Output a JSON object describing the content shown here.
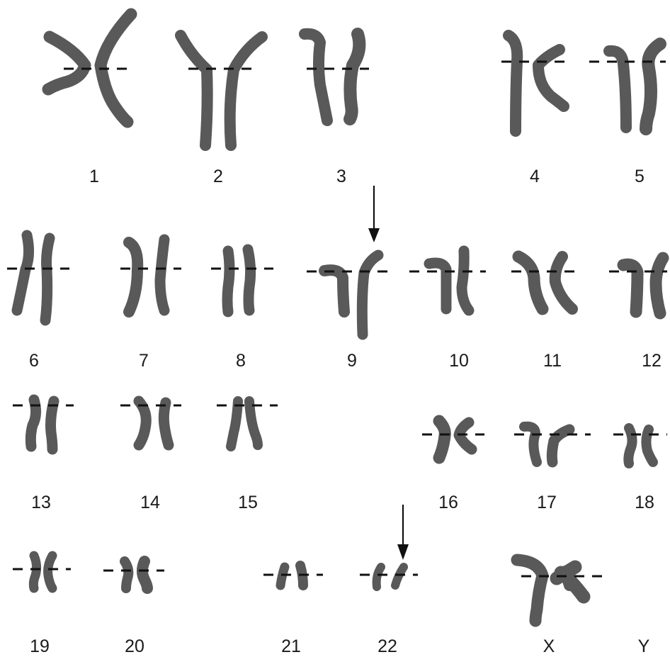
{
  "figure": "karyotype",
  "chromosome_labels": [
    "1",
    "2",
    "3",
    "4",
    "5",
    "6",
    "7",
    "8",
    "9",
    "10",
    "11",
    "12",
    "13",
    "14",
    "15",
    "16",
    "17",
    "18",
    "19",
    "20",
    "21",
    "22",
    "X",
    "Y"
  ],
  "translocation_markers": [
    "9",
    "22"
  ],
  "colors": {
    "chromosome": "#595959",
    "centromere_line": "#111111",
    "arrow": "#111111",
    "background": "#ffffff"
  }
}
